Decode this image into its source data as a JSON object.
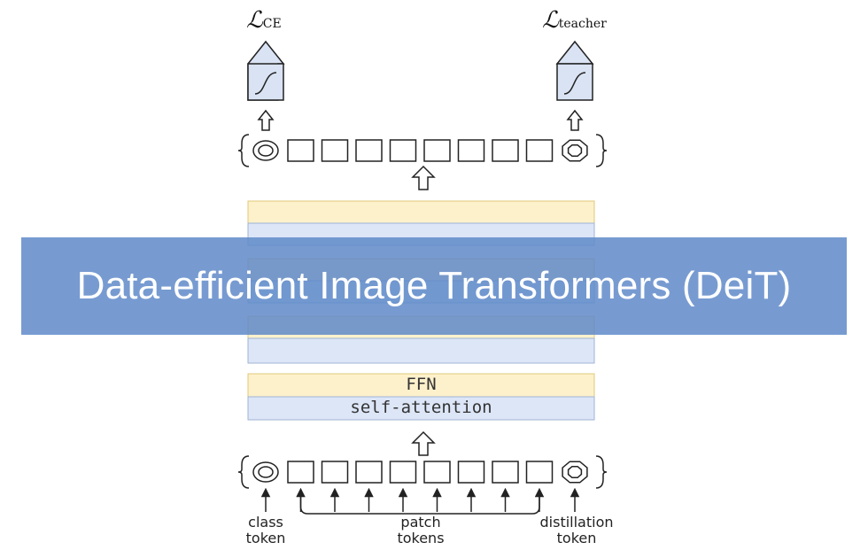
{
  "banner": {
    "title": "Data-efficient Image Transformers (DeiT)"
  },
  "diagram": {
    "loss_ce": {
      "symbol": "ℒ",
      "subscript": "CE"
    },
    "loss_teacher": {
      "symbol": "ℒ",
      "subscript": "teacher"
    },
    "layers": {
      "ffn": "FFN",
      "attention": "self-attention"
    },
    "labels": {
      "class_line1": "class",
      "class_line2": "token",
      "patch_line1": "patch",
      "patch_line2": "tokens",
      "distill_line1": "distillation",
      "distill_line2": "token"
    },
    "patch_token_count": 8,
    "colors": {
      "ffn_fill": "#fdf1cc",
      "ffn_stroke": "#e0c878",
      "attn_fill": "#dce6f7",
      "attn_stroke": "#9fb3d6",
      "output_box_fill": "#d9e3f3",
      "banner": "#5f89c9"
    }
  }
}
